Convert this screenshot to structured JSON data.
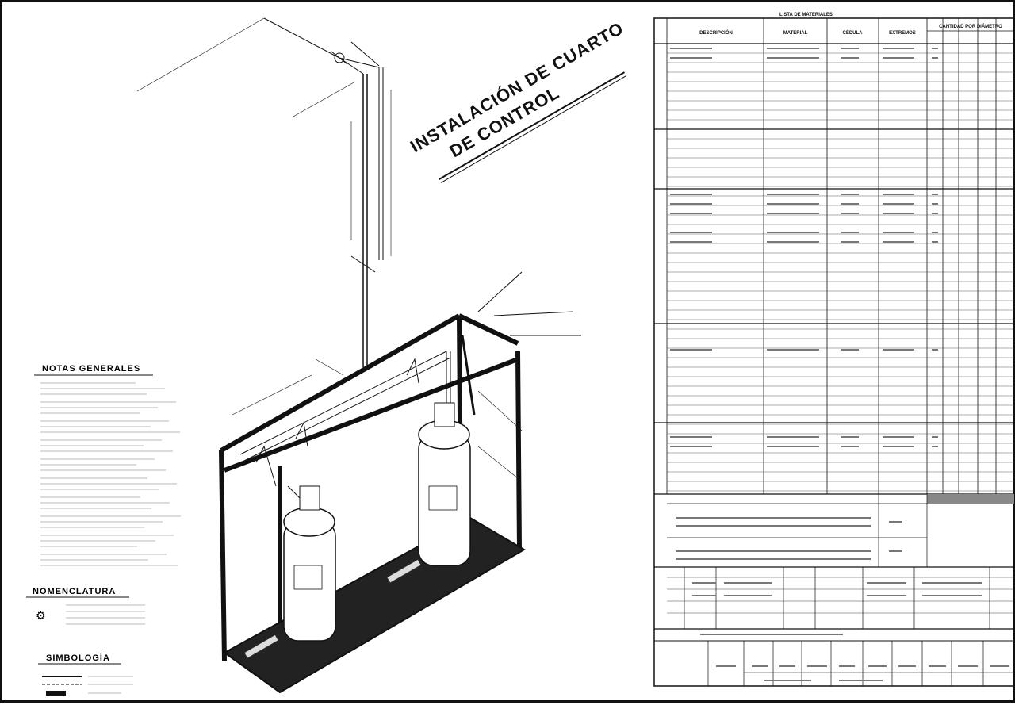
{
  "drawing": {
    "title_line1": "INSTALACIÓN DE CUARTO",
    "title_line2": "DE CONTROL",
    "notes_title": "NOTAS GENERALES",
    "nomenclature_title": "NOMENCLATURA",
    "symbology_title": "SIMBOLOGÍA"
  },
  "materials": {
    "title": "LISTA DE MATERIALES",
    "headers": [
      "DESCRIPCIÓN",
      "MATERIAL",
      "CÉDULA",
      "EXTREMOS",
      "CANTIDAD POR DIÁMETRO"
    ]
  }
}
